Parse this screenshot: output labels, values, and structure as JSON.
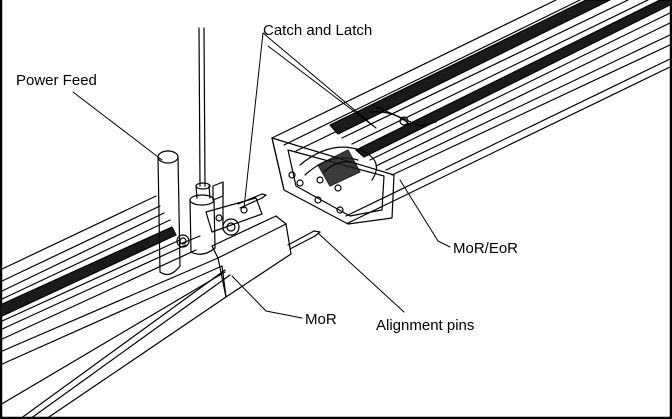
{
  "labels": {
    "catch_and_latch": "Catch and Latch",
    "power_feed": "Power Feed",
    "mor_eor": "MoR/EoR",
    "mor": "MoR",
    "alignment_pins": "Alignment pins"
  },
  "colors": {
    "line": "#000000",
    "dark_fill": "#1a1a1a",
    "background": "#ffffff"
  }
}
